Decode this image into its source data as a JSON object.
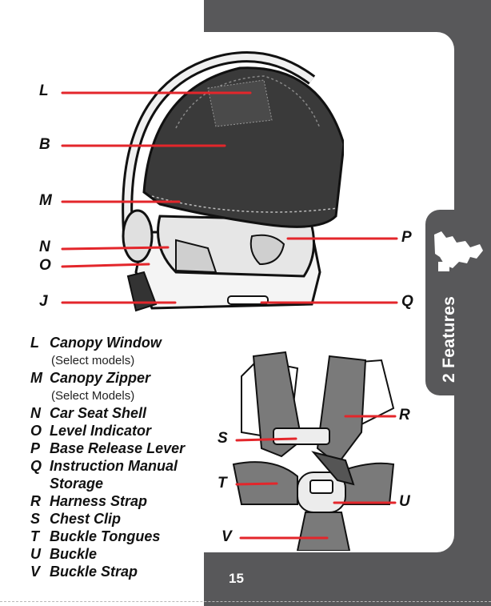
{
  "section_tab": {
    "label": "2 Features",
    "icon": "car-seat-silhouette-icon"
  },
  "page_number": "15",
  "callouts": {
    "L": "L",
    "B": "B",
    "M": "M",
    "N": "N",
    "O": "O",
    "J": "J",
    "P": "P",
    "Q": "Q",
    "R": "R",
    "S": "S",
    "T": "T",
    "U": "U",
    "V": "V"
  },
  "legend": [
    {
      "letter": "L",
      "text": "Canopy Window",
      "note": "(Select models)"
    },
    {
      "letter": "M",
      "text": "Canopy Zipper",
      "note": "(Select Models)"
    },
    {
      "letter": "N",
      "text": "Car Seat Shell"
    },
    {
      "letter": "O",
      "text": "Level Indicator"
    },
    {
      "letter": "P",
      "text": "Base Release Lever"
    },
    {
      "letter": "Q",
      "text": "Instruction Manual"
    },
    {
      "letter": "",
      "text": "Storage"
    },
    {
      "letter": "R",
      "text": "Harness Strap"
    },
    {
      "letter": "S",
      "text": "Chest Clip"
    },
    {
      "letter": "T",
      "text": "Buckle Tongues"
    },
    {
      "letter": "U",
      "text": "Buckle"
    },
    {
      "letter": "V",
      "text": "Buckle Strap"
    }
  ],
  "colors": {
    "sidebar": "#58585a",
    "callout_line": "#e3262b",
    "text": "#111111"
  }
}
